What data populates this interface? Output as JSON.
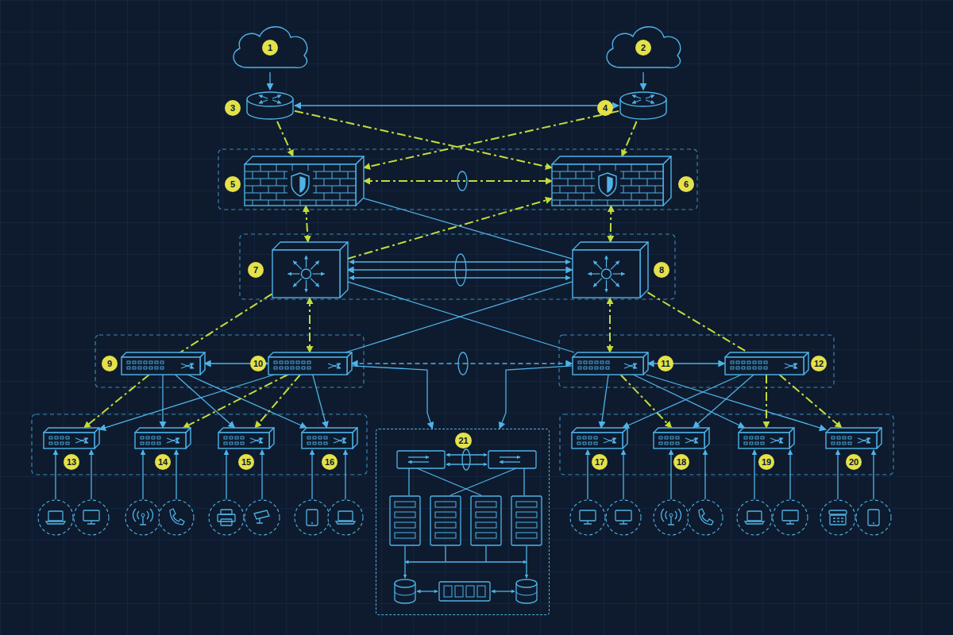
{
  "diagram": {
    "nodes": [
      {
        "text": [
          "1"
        ]
      },
      {
        "text": [
          "2"
        ]
      },
      {
        "text": [
          "3"
        ]
      },
      {
        "text": [
          "4"
        ]
      },
      {
        "text": [
          "5"
        ]
      },
      {
        "text": [
          "6"
        ]
      },
      {
        "text": [
          "7"
        ]
      },
      {
        "text": [
          "8"
        ]
      },
      {
        "text": [
          "9"
        ]
      },
      {
        "text": [
          "10"
        ]
      },
      {
        "text": [
          "11"
        ]
      },
      {
        "text": [
          "12"
        ]
      },
      {
        "text": [
          "13"
        ]
      },
      {
        "text": [
          "14"
        ]
      },
      {
        "text": [
          "15"
        ]
      },
      {
        "text": [
          "16"
        ]
      },
      {
        "text": [
          "17"
        ]
      },
      {
        "text": [
          "18"
        ]
      },
      {
        "text": [
          "19"
        ]
      },
      {
        "text": [
          "20"
        ]
      },
      {
        "text": [
          "21"
        ]
      }
    ],
    "edges": [
      {
        "from": 0,
        "to": 2,
        "arrow": "to"
      },
      {
        "from": 1,
        "to": 3,
        "arrow": "to"
      },
      {
        "from": 2,
        "to": 3,
        "arrow": "both"
      },
      {
        "from": 2,
        "to": 4,
        "arrow": "to"
      },
      {
        "from": 2,
        "to": 5,
        "arrow": "to"
      },
      {
        "from": 3,
        "to": 4,
        "arrow": "to"
      },
      {
        "from": 3,
        "to": 5,
        "arrow": "to"
      },
      {
        "from": 4,
        "to": 5,
        "arrow": "both"
      },
      {
        "from": 4,
        "to": 6,
        "arrow": "both"
      },
      {
        "from": 5,
        "to": 7,
        "arrow": "both"
      },
      {
        "from": 4,
        "to": 7,
        "arrow": "none"
      },
      {
        "from": 6,
        "to": 5,
        "arrow": "to"
      },
      {
        "from": 6,
        "to": 7,
        "arrow": "both"
      },
      {
        "from": 6,
        "to": 8,
        "arrow": "none"
      },
      {
        "from": 6,
        "to": 9,
        "arrow": "both"
      },
      {
        "from": 6,
        "to": 10,
        "arrow": "none"
      },
      {
        "from": 7,
        "to": 9,
        "arrow": "none"
      },
      {
        "from": 7,
        "to": 10,
        "arrow": "both"
      },
      {
        "from": 7,
        "to": 11,
        "arrow": "none"
      },
      {
        "from": 8,
        "to": 9,
        "arrow": "both"
      },
      {
        "from": 10,
        "to": 11,
        "arrow": "both"
      },
      {
        "from": 9,
        "to": 10,
        "arrow": "both"
      },
      {
        "from": 9,
        "to": 20,
        "arrow": "to"
      },
      {
        "from": 10,
        "to": 20,
        "arrow": "to"
      },
      {
        "from": 8,
        "to": 12,
        "arrow": "to"
      },
      {
        "from": 8,
        "to": 13,
        "arrow": "to"
      },
      {
        "from": 8,
        "to": 14,
        "arrow": "to"
      },
      {
        "from": 8,
        "to": 15,
        "arrow": "to"
      },
      {
        "from": 9,
        "to": 12,
        "arrow": "to"
      },
      {
        "from": 9,
        "to": 13,
        "arrow": "to"
      },
      {
        "from": 9,
        "to": 14,
        "arrow": "to"
      },
      {
        "from": 9,
        "to": 15,
        "arrow": "to"
      },
      {
        "from": 10,
        "to": 16,
        "arrow": "to"
      },
      {
        "from": 10,
        "to": 17,
        "arrow": "to"
      },
      {
        "from": 10,
        "to": 18,
        "arrow": "to"
      },
      {
        "from": 10,
        "to": 19,
        "arrow": "to"
      },
      {
        "from": 11,
        "to": 16,
        "arrow": "to"
      },
      {
        "from": 11,
        "to": 17,
        "arrow": "to"
      },
      {
        "from": 11,
        "to": 18,
        "arrow": "to"
      },
      {
        "from": 11,
        "to": 19,
        "arrow": "to"
      }
    ]
  }
}
